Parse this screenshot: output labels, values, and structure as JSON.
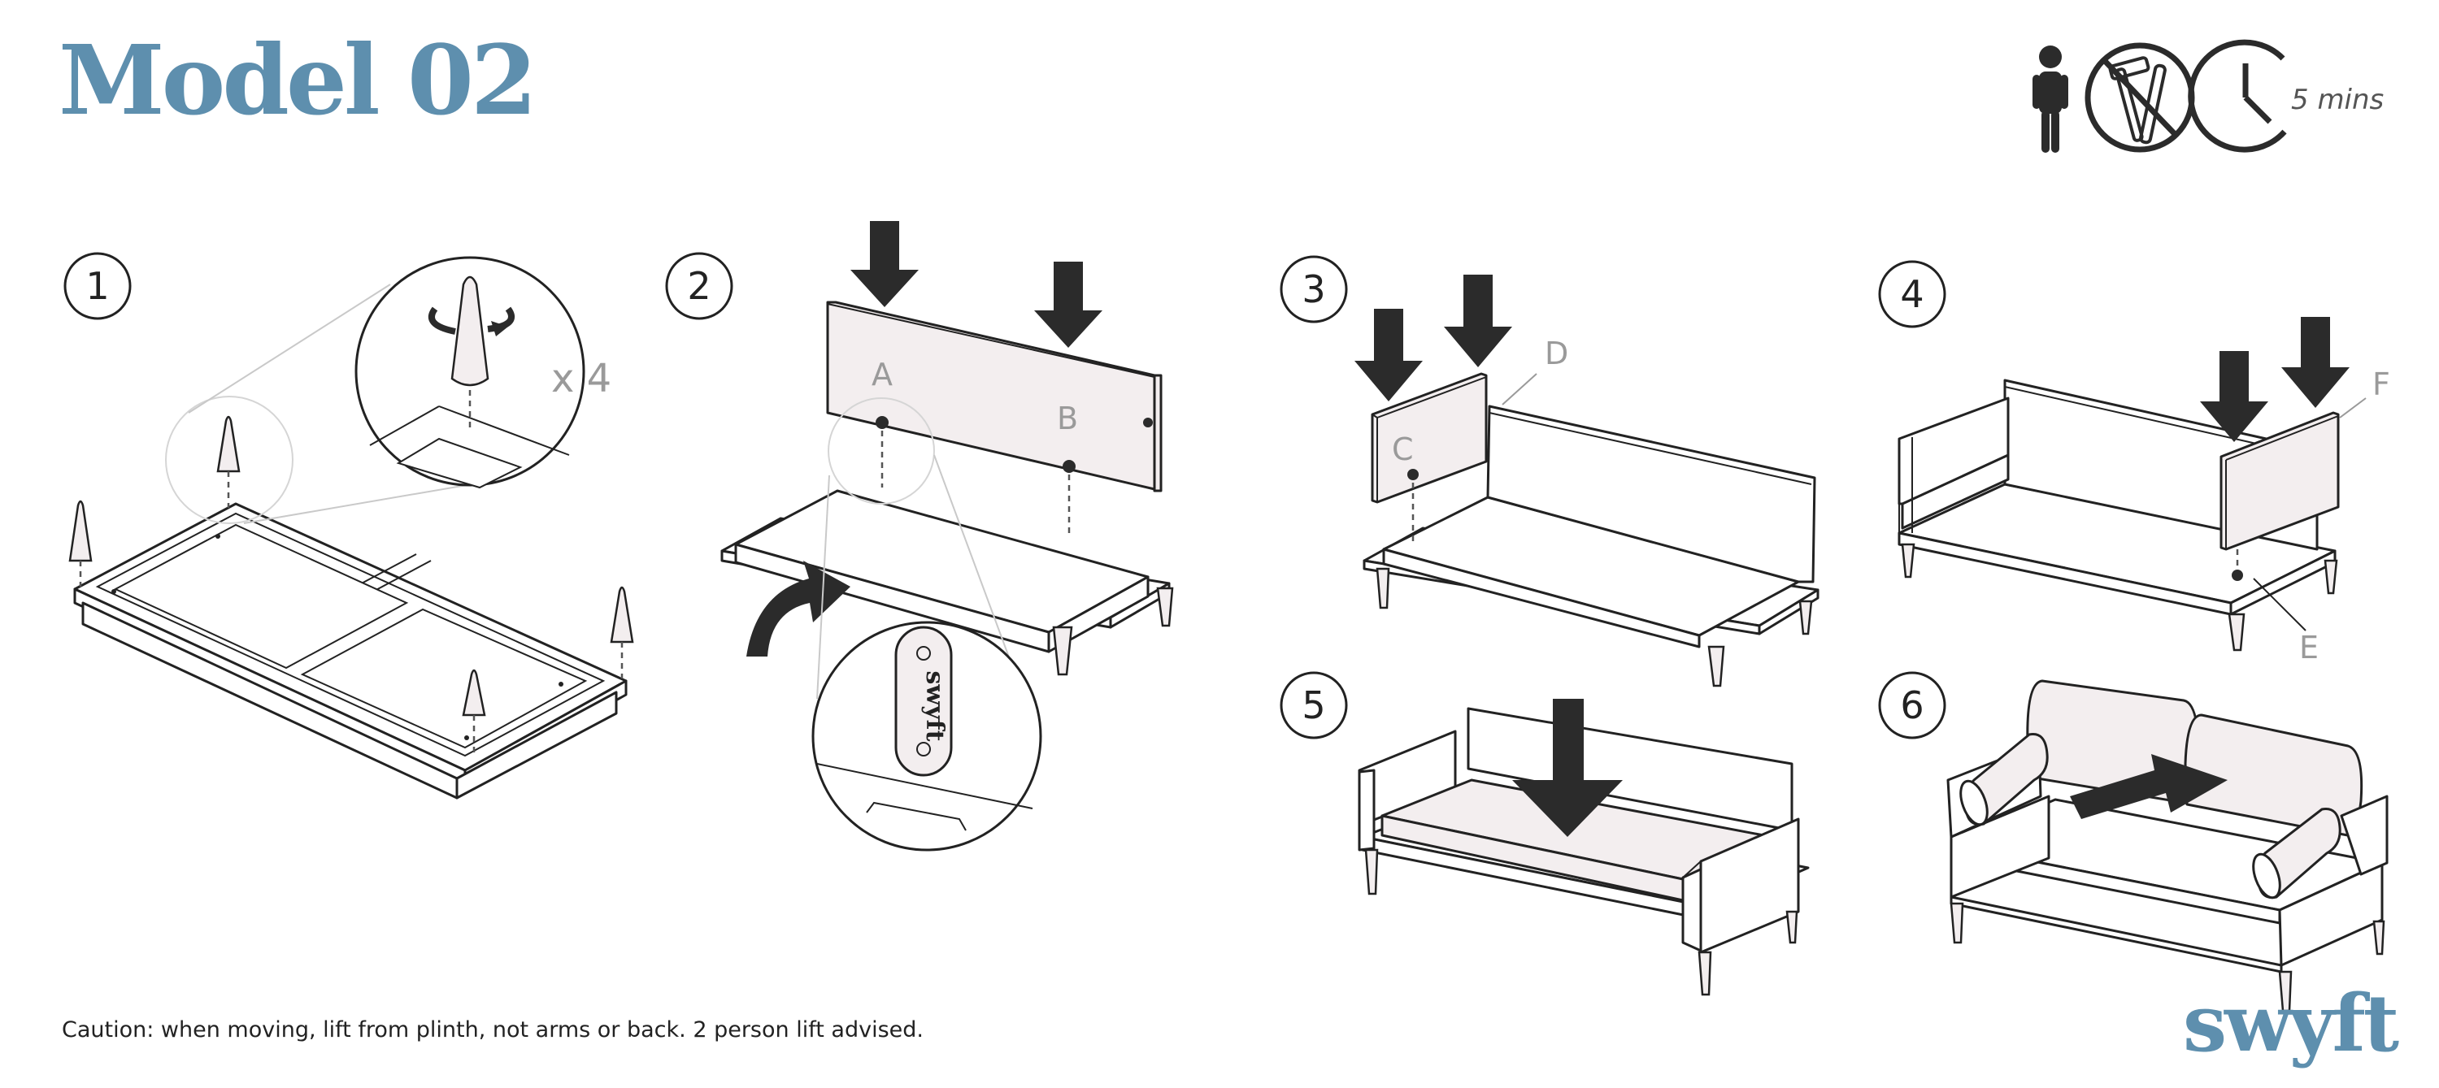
{
  "title": "Model 02",
  "top_icons": {
    "person_icon": "person-icon",
    "no_tools_icon": "no-tools-icon",
    "clock_icon": "clock-icon",
    "time_label": "5 mins"
  },
  "steps": [
    {
      "number": "1",
      "multiplier": "x 4"
    },
    {
      "number": "2",
      "labels": [
        "A",
        "B"
      ],
      "connector_text": "swyft"
    },
    {
      "number": "3",
      "labels": [
        "C",
        "D"
      ]
    },
    {
      "number": "4",
      "labels": [
        "E",
        "F"
      ]
    },
    {
      "number": "5"
    },
    {
      "number": "6"
    }
  ],
  "caution": "Caution: when moving, lift from plinth, not arms or back. 2 person lift advised.",
  "brand": "swyft",
  "colors": {
    "brand_blue": "#5e8fae",
    "panel_fill": "#f3eeef",
    "ink": "#222222",
    "label_grey": "#9a9a9a"
  }
}
